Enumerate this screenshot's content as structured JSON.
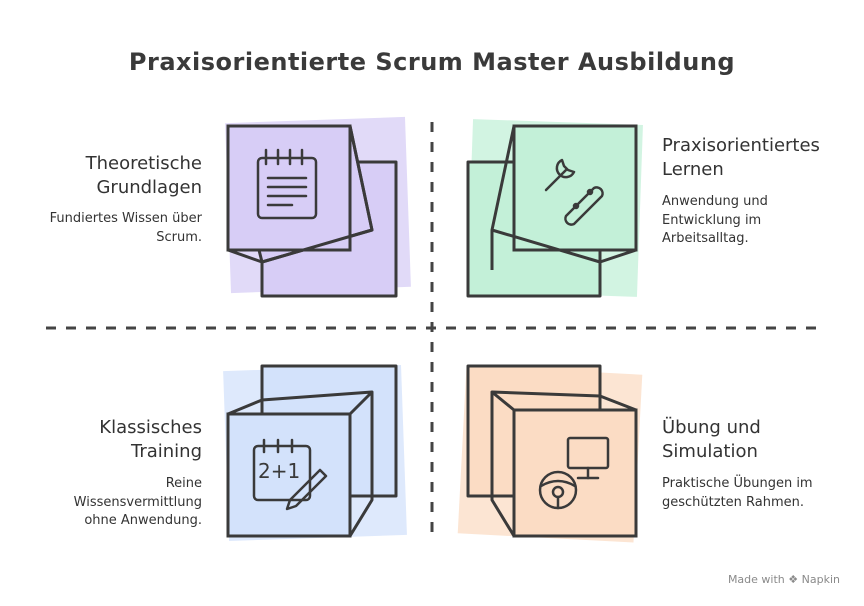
{
  "title": "Praxisorientierte Scrum Master Ausbildung",
  "quadrants": [
    {
      "title": "Theoretische Grundlagen",
      "description": "Fundiertes Wissen über Scrum.",
      "icon": "notepad-icon",
      "color": "#d7cdf6"
    },
    {
      "title": "Praxisorientiertes Lernen",
      "description": "Anwendung und Entwicklung im Arbeitsalltag.",
      "icon": "tools-icon",
      "color": "#c3f0d8"
    },
    {
      "title": "Klassisches Training",
      "description": "Reine Wissensvermittlung ohne Anwendung.",
      "icon": "calculator-pencil-icon",
      "color": "#d3e2fb"
    },
    {
      "title": "Übung und Simulation",
      "description": "Praktische Übungen im geschützten Rahmen.",
      "icon": "steering-wheel-monitor-icon",
      "color": "#fbdcc4"
    }
  ],
  "footer": {
    "text": "Made with",
    "brand": "Napkin"
  }
}
